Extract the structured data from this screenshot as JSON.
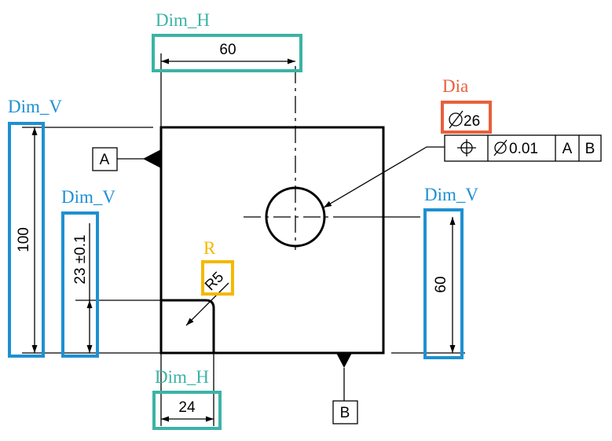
{
  "colors": {
    "dim_h": "#3BB3A6",
    "dim_v": "#1E90D2",
    "dia": "#E8603C",
    "radius": "#F5B800",
    "line": "#000000"
  },
  "annotations": {
    "dim_h_top": "Dim_H",
    "dim_h_bottom": "Dim_H",
    "dim_v_left": "Dim_V",
    "dim_v_left_inner": "Dim_V",
    "dim_v_right": "Dim_V",
    "dia": "Dia",
    "radius": "R"
  },
  "dimensions": {
    "width_top": "60",
    "height_left": "100",
    "corner_height": "23 ±0.1",
    "hole_height": "60",
    "corner_width": "24",
    "hole_diameter": "26",
    "corner_radius": "R5"
  },
  "icons": {
    "diameter": "diameter-icon",
    "position": "position-tolerance-icon"
  },
  "datums": {
    "left": "A",
    "bottom": "B"
  },
  "feature_control_frame": {
    "tolerance": "0.01",
    "datum_1": "A",
    "datum_2": "B"
  }
}
